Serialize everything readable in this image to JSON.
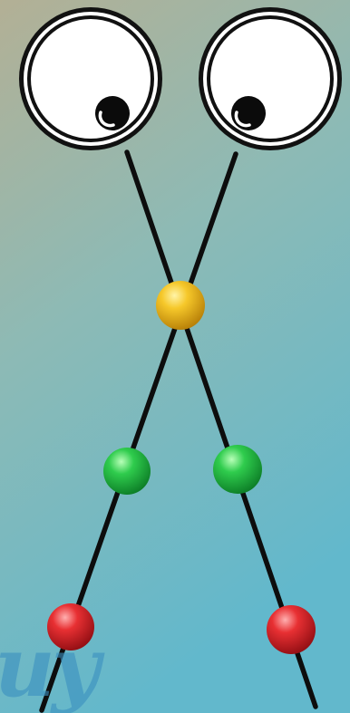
{
  "game": {
    "background": {
      "top_color": "#b3b095",
      "mid_color": "#8dbab5",
      "bottom_color": "#62b8cc"
    },
    "line_color": "#0d0d0d",
    "eyes": {
      "outer_color": "#111111",
      "white_color": "#ffffff",
      "pupil_color": "#0b0b0b",
      "pupil_highlight_color": "#ffffff",
      "look_direction": "down-inward",
      "count": 2
    },
    "balls": {
      "count": 5,
      "colors": [
        "#f2c01a",
        "#2fcc4d",
        "#2fcc4d",
        "#e83033",
        "#e83033"
      ],
      "color_names": [
        "yellow",
        "green",
        "green",
        "red",
        "red"
      ]
    },
    "watermark": {
      "text": "uy",
      "color": "#3a8fc0"
    }
  }
}
